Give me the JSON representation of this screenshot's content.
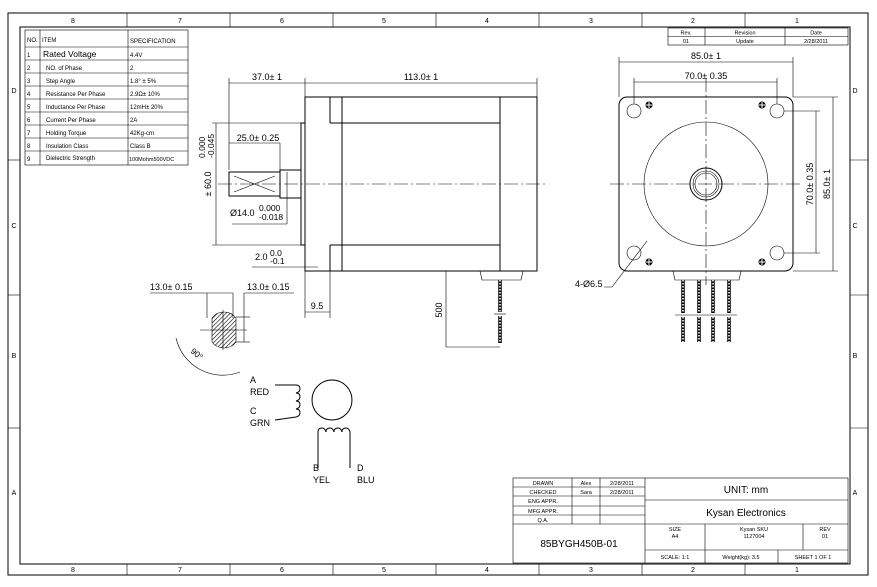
{
  "zones": {
    "columns": [
      "8",
      "7",
      "6",
      "5",
      "4",
      "3",
      "2",
      "1"
    ],
    "rows": [
      "D",
      "C",
      "B",
      "A"
    ]
  },
  "spec_table": {
    "headers": {
      "no": "NO.",
      "item": "ITEM",
      "spec": "SPECIFICATION"
    },
    "rows": [
      {
        "no": "1",
        "item": "Rated Voltage",
        "spec": "4.4V"
      },
      {
        "no": "2",
        "item": "NO. of Phase",
        "spec": "2"
      },
      {
        "no": "3",
        "item": "Step Angle",
        "spec": "1.8° ± 5%"
      },
      {
        "no": "4",
        "item": "Resistance Per Phase",
        "spec": "2.9Ω± 10%"
      },
      {
        "no": "5",
        "item": "Inductance Per Phase",
        "spec": "12mH± 20%"
      },
      {
        "no": "6",
        "item": "Current Per Phase",
        "spec": "2A"
      },
      {
        "no": "7",
        "item": "Holding Torque",
        "spec": "42Kg-cm"
      },
      {
        "no": "8",
        "item": "Insulation Class",
        "spec": "Class B"
      },
      {
        "no": "9",
        "item": "Dielectric Strength",
        "spec": "100Mohm500VDC"
      }
    ]
  },
  "revision_block": {
    "headers": {
      "rev": "Rev.",
      "revision": "Revision",
      "date": "Date"
    },
    "row": {
      "rev": "01",
      "revision": "Update",
      "date": "2/28/2011"
    }
  },
  "dimensions": {
    "flange_to_shaft_end": "37.0± 1",
    "body_length": "113.0± 1",
    "shaft_flat_length": "25.0± 0.25",
    "pilot_dia": "60.0",
    "pilot_tol_upper": "0.000",
    "pilot_tol_lower": "-0.045",
    "pilot_prefix": "±",
    "shaft_dia": "Ø14.0",
    "shaft_tol_upper": "0.000",
    "shaft_tol_lower": "-0.018",
    "pilot_height": "2.0",
    "pilot_height_upper": "0.0",
    "pilot_height_lower": "-0.1",
    "flange_thickness": "9.5",
    "lead_length": "500",
    "flat_a": "13.0± 0.15",
    "flat_b": "13.0± 0.15",
    "flat_angle": "90°",
    "front_width": "85.0± 1",
    "hole_spacing_h": "70.0± 0.35",
    "hole_spacing_v": "70.0± 0.35",
    "front_height": "85.0± 1",
    "mount_holes": "4-Ø6.5"
  },
  "wiring": {
    "a": "A",
    "a_color": "RED",
    "c": "C",
    "c_color": "GRN",
    "b": "B",
    "b_color": "YEL",
    "d": "D",
    "d_color": "BLU"
  },
  "title_block": {
    "drawn_label": "DRAWN",
    "drawn_by": "Alex",
    "drawn_date": "2/28/2011",
    "checked_label": "CHECKED",
    "checked_by": "Sara",
    "checked_date": "2/28/2011",
    "eng_label": "ENG APPR.",
    "mfg_label": "MFG APPR.",
    "qa_label": "Q.A.",
    "unit": "UNIT:  mm",
    "company": "Kysan Electronics",
    "part_number": "85BYGH450B-01",
    "size_label": "SIZE",
    "size": "A4",
    "sku_label": "Kysan SKU",
    "sku": "1127004",
    "rev_label": "REV",
    "rev": "01",
    "scale": "SCALE: 1:1",
    "weight": "Weight(kg): 3.5",
    "sheet": "SHEET 1 OF 1"
  }
}
